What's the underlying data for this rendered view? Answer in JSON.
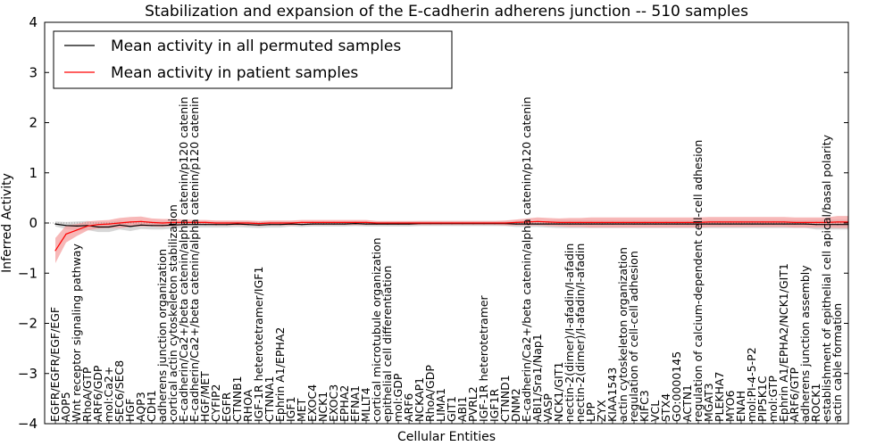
{
  "chart_data": {
    "type": "line",
    "title": "Stabilization and expansion of the E-cadherin adherens junction -- 510 samples",
    "xlabel": "Cellular Entities",
    "ylabel": "Inferred Activity",
    "ylim": [
      -4,
      4
    ],
    "yticks": [
      "−4",
      "−3",
      "−2",
      "−1",
      "0",
      "1",
      "2",
      "3",
      "4"
    ],
    "grid": false,
    "legend_position": "top-left",
    "categories": [
      "EGFR/EGFR/EGF/EGF",
      "AOP5",
      "Wnt receptor signaling pathway",
      "RhoA/GTP",
      "ARF6/GDP",
      "mol:Ca2+",
      "SEC6/SEC8",
      "HGF",
      "AQP3",
      "CDH1",
      "adherens junction organization",
      "cortical actin cytoskeleton stabilization",
      "E-cadherin/Ca2+/beta catenin/alpha catenin/p120 catenin",
      "E-cadherin/Ca2+/beta catenin/alpha catenin/p120 catenin",
      "HGF/MET",
      "CYFIP2",
      "EGFR",
      "CTNNB1",
      "RHOA",
      "IGF-1R heterotetramer/IGF1",
      "CTNNA1",
      "Ephrin A1/EPHA2",
      "IGF1",
      "MET",
      "EXOC4",
      "NCK1",
      "EXOC3",
      "EPHA2",
      "EFNA1",
      "MLLT4",
      "cortical microtubule organization",
      "epithelial cell differentiation",
      "mol:GDP",
      "ARF6",
      "NCKAP1",
      "RhoA/GDP",
      "LIMA1",
      "GIT1",
      "ABI1",
      "PVRL2",
      "IGF-1R heterotetramer",
      "IGF1R",
      "CTNND1",
      "DNM2",
      "E-cadherin/Ca2+/beta catenin/alpha catenin/p120 catenin",
      "ABI1/Sra1/Nap1",
      "VASP",
      "NCK1/GIT1",
      "nectin-2(dimer)/I-afadin/I-afadin",
      "nectin-2(dimer)/I-afadin/I-afadin",
      "LPP",
      "ZYX",
      "KIAA1543",
      "actin cytoskeleton organization",
      "regulation of cell-cell adhesion",
      "KIFC3",
      "VCL",
      "STX4",
      "GO:0000145",
      "ACTN1",
      "regulation of calcium-dependent cell-cell adhesion",
      "MGAT3",
      "PLEKHA7",
      "MYO6",
      "ENAH",
      "mol:PI-4-5-P2",
      "PIP5K1C",
      "mol:GTP",
      "Ephrin A1/EPHA2/NCK1/GIT1",
      "ARF6/GTP",
      "adherens junction assembly",
      "ROCK1",
      "establishment of epithelial cell apical/basal polarity",
      "actin cable formation"
    ],
    "series": [
      {
        "name": "Mean activity in all permuted samples",
        "color": "#000000",
        "band_color": "#d0d0d0",
        "values": [
          -0.02,
          -0.05,
          -0.06,
          -0.05,
          -0.08,
          -0.08,
          -0.04,
          -0.07,
          -0.04,
          -0.05,
          -0.05,
          -0.04,
          -0.03,
          -0.03,
          -0.03,
          -0.03,
          -0.03,
          -0.02,
          -0.03,
          -0.04,
          -0.03,
          -0.03,
          -0.02,
          -0.03,
          -0.02,
          -0.02,
          -0.02,
          -0.02,
          -0.01,
          -0.02,
          -0.02,
          -0.02,
          -0.02,
          -0.02,
          -0.01,
          -0.01,
          -0.01,
          -0.01,
          -0.01,
          -0.01,
          -0.01,
          -0.01,
          -0.01,
          -0.02,
          -0.02,
          -0.02,
          -0.02,
          -0.02,
          -0.02,
          -0.02,
          -0.02,
          -0.02,
          -0.02,
          -0.02,
          -0.02,
          -0.02,
          -0.02,
          -0.02,
          -0.02,
          -0.02,
          -0.02,
          -0.02,
          -0.02,
          -0.02,
          -0.02,
          -0.02,
          -0.02,
          -0.02,
          -0.02,
          -0.02,
          -0.02,
          -0.03,
          -0.03,
          -0.03,
          -0.03
        ],
        "band_halfwidth": [
          0.05,
          0.07,
          0.09,
          0.09,
          0.1,
          0.1,
          0.09,
          0.09,
          0.08,
          0.08,
          0.08,
          0.07,
          0.06,
          0.06,
          0.06,
          0.06,
          0.06,
          0.06,
          0.06,
          0.06,
          0.06,
          0.06,
          0.05,
          0.05,
          0.05,
          0.05,
          0.05,
          0.05,
          0.05,
          0.05,
          0.05,
          0.05,
          0.05,
          0.05,
          0.05,
          0.05,
          0.05,
          0.05,
          0.05,
          0.05,
          0.05,
          0.05,
          0.05,
          0.06,
          0.06,
          0.06,
          0.07,
          0.08,
          0.08,
          0.08,
          0.08,
          0.08,
          0.08,
          0.08,
          0.08,
          0.08,
          0.08,
          0.08,
          0.08,
          0.08,
          0.08,
          0.08,
          0.08,
          0.08,
          0.08,
          0.08,
          0.08,
          0.08,
          0.08,
          0.08,
          0.08,
          0.1,
          0.1,
          0.1,
          0.1
        ]
      },
      {
        "name": "Mean activity in patient samples",
        "color": "#ff0000",
        "band_color": "#f4a0a0",
        "values": [
          -0.55,
          -0.22,
          -0.14,
          -0.06,
          -0.03,
          -0.02,
          0.0,
          0.02,
          0.03,
          0.01,
          0.0,
          0.01,
          0.01,
          0.01,
          0.01,
          0.0,
          0.0,
          0.0,
          0.0,
          -0.01,
          0.0,
          0.0,
          0.0,
          0.01,
          0.01,
          0.01,
          0.01,
          0.01,
          0.01,
          0.01,
          0.0,
          0.0,
          0.0,
          0.0,
          0.0,
          0.0,
          0.0,
          0.0,
          0.0,
          0.0,
          0.0,
          0.0,
          0.0,
          0.01,
          0.02,
          0.03,
          0.02,
          0.01,
          0.01,
          0.01,
          0.01,
          0.01,
          0.01,
          0.01,
          0.01,
          0.01,
          0.01,
          0.01,
          0.01,
          0.01,
          0.01,
          0.02,
          0.02,
          0.02,
          0.02,
          0.02,
          0.02,
          0.02,
          0.02,
          0.01,
          0.01,
          0.01,
          0.01,
          0.02,
          0.02
        ],
        "band_halfwidth": [
          0.25,
          0.17,
          0.12,
          0.09,
          0.08,
          0.08,
          0.1,
          0.1,
          0.1,
          0.08,
          0.08,
          0.07,
          0.06,
          0.05,
          0.05,
          0.05,
          0.05,
          0.05,
          0.05,
          0.05,
          0.05,
          0.05,
          0.05,
          0.05,
          0.05,
          0.05,
          0.05,
          0.05,
          0.05,
          0.05,
          0.04,
          0.04,
          0.04,
          0.04,
          0.04,
          0.04,
          0.04,
          0.04,
          0.04,
          0.04,
          0.04,
          0.04,
          0.05,
          0.06,
          0.07,
          0.08,
          0.08,
          0.08,
          0.09,
          0.09,
          0.1,
          0.1,
          0.1,
          0.1,
          0.1,
          0.1,
          0.1,
          0.1,
          0.1,
          0.1,
          0.1,
          0.1,
          0.1,
          0.1,
          0.1,
          0.1,
          0.1,
          0.1,
          0.1,
          0.1,
          0.1,
          0.1,
          0.1,
          0.12,
          0.12
        ]
      }
    ]
  }
}
